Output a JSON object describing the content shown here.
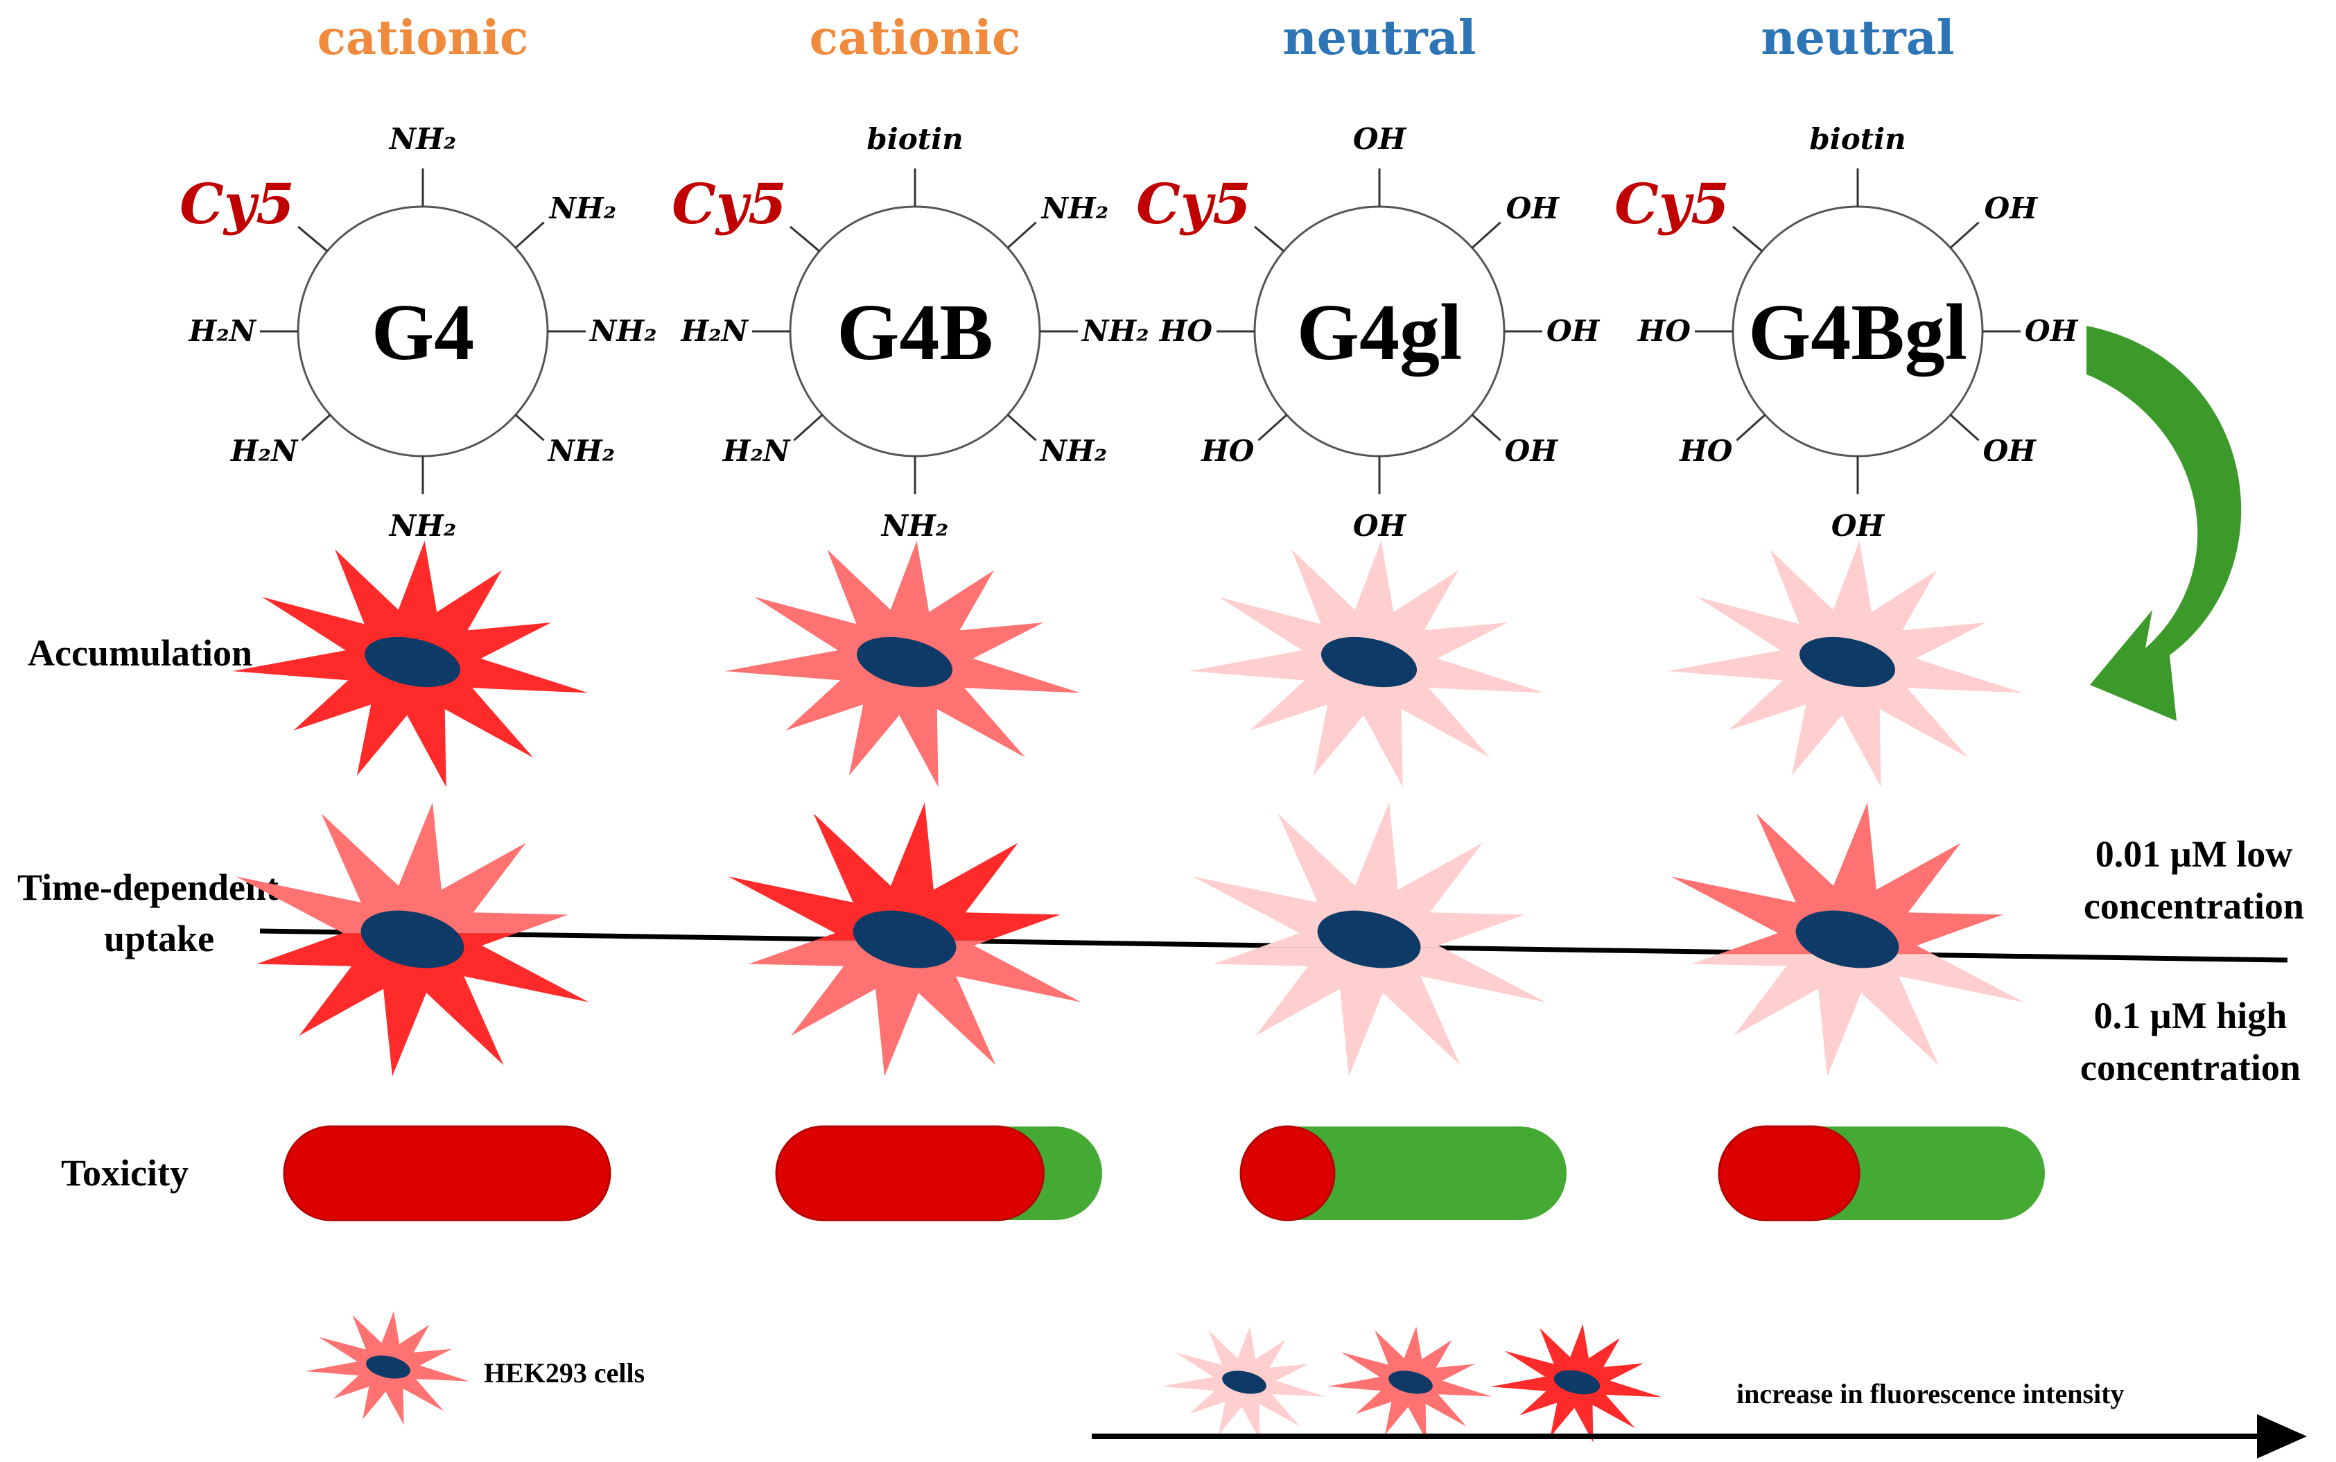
{
  "colors": {
    "cationic": "#f08a3c",
    "neutral": "#2e75b6",
    "cy5": "#c00000",
    "nucleus": "#0d3a66",
    "toxic": "#dd0000",
    "nontoxic": "#44aa33",
    "arrow_green": "#3c9a2a"
  },
  "dendrimers": [
    {
      "charge": "cationic",
      "label": "G4",
      "dye": "Cy5",
      "groups": {
        "top": "NH₂",
        "upper_right": "NH₂",
        "right": "NH₂",
        "lower_right": "NH₂",
        "bottom": "NH₂",
        "lower_left": "H₂N",
        "left": "H₂N"
      },
      "accumulation_level": "high",
      "uptake_low_level": "medium",
      "uptake_high_level": "high",
      "toxicity_fraction": 1.0
    },
    {
      "charge": "cationic",
      "label": "G4B",
      "dye": "Cy5",
      "groups": {
        "top": "biotin",
        "upper_right": "NH₂",
        "right": "NH₂",
        "lower_right": "NH₂",
        "bottom": "NH₂",
        "lower_left": "H₂N",
        "left": "H₂N"
      },
      "accumulation_level": "medium",
      "uptake_low_level": "high",
      "uptake_high_level": "medium",
      "toxicity_fraction": 0.82
    },
    {
      "charge": "neutral",
      "label": "G4gl",
      "dye": "Cy5",
      "groups": {
        "top": "OH",
        "upper_right": "OH",
        "right": "OH",
        "lower_right": "OH",
        "bottom": "OH",
        "lower_left": "HO",
        "left": "HO"
      },
      "accumulation_level": "low",
      "uptake_low_level": "low",
      "uptake_high_level": "low",
      "toxicity_fraction": 0.28
    },
    {
      "charge": "neutral",
      "label": "G4Bgl",
      "dye": "Cy5",
      "groups": {
        "top": "biotin",
        "upper_right": "OH",
        "right": "OH",
        "lower_right": "OH",
        "bottom": "OH",
        "lower_left": "HO",
        "left": "HO"
      },
      "accumulation_level": "low",
      "uptake_low_level": "medium",
      "uptake_high_level": "low",
      "toxicity_fraction": 0.43
    }
  ],
  "rows": {
    "accumulation": "Accumulation",
    "uptake_line1": "Time-dependent",
    "uptake_line2": "uptake",
    "toxicity": "Toxicity"
  },
  "concentrations": {
    "low_line1": "0.01 µM low",
    "low_line2": "concentration",
    "high_line1": "0.1 µM high",
    "high_line2": "concentration"
  },
  "legend": {
    "cells": "HEK293 cells",
    "intensity": "increase in fluorescence intensity"
  }
}
